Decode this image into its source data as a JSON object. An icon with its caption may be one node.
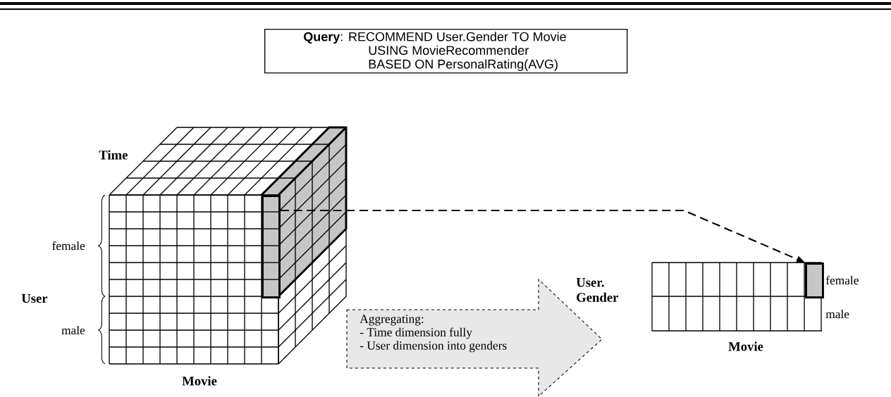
{
  "diagram": {
    "nodes": [
      {
        "text": [
          "**Query**: RECOMMEND User.Gender TO Movie",
          "USING MovieRecommender",
          "BASED ON PersonalRating(AVG)"
        ]
      },
      {
        "text": [],
        "shape": "box"
      },
      {
        "text": [
          "Aggregating:",
          "- Time dimension fully",
          "- User dimension into genders"
        ]
      },
      {
        "text": [],
        "shape": "box"
      }
    ],
    "edges": [
      {
        "from": 1,
        "to": 3,
        "arrow": "to",
        "style": "dashed"
      }
    ],
    "labels": [
      "Time",
      "female",
      "User",
      "male",
      "Movie",
      "User. Gender",
      "female",
      "male",
      "Movie"
    ]
  }
}
